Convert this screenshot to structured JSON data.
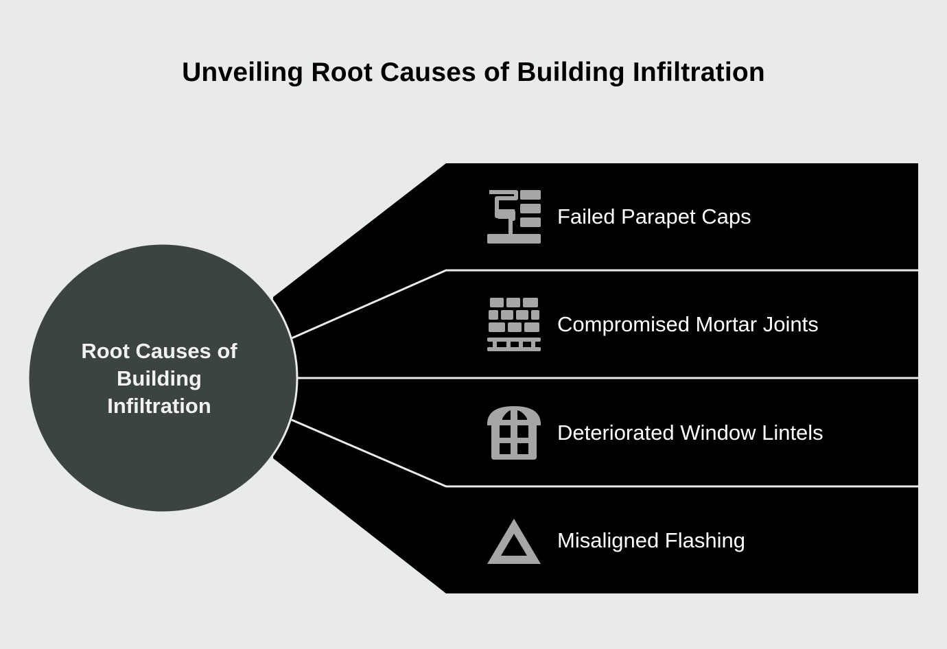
{
  "title": "Unveiling Root Causes of Building Infiltration",
  "center": {
    "lines": [
      "Root Causes of",
      "Building",
      "Infiltration"
    ]
  },
  "branches": [
    {
      "label": "Failed Parapet Caps",
      "icon": "parapet-wall-icon"
    },
    {
      "label": "Compromised Mortar Joints",
      "icon": "brick-wall-icon"
    },
    {
      "label": "Deteriorated Window Lintels",
      "icon": "arched-window-icon"
    },
    {
      "label": "Misaligned Flashing",
      "icon": "warning-triangle-icon"
    }
  ],
  "colors": {
    "background": "#e9eaea",
    "center_fill": "#3b4441",
    "segment_fill": "#000000",
    "divider": "#e9eaea",
    "icon": "#a6a6a6"
  }
}
